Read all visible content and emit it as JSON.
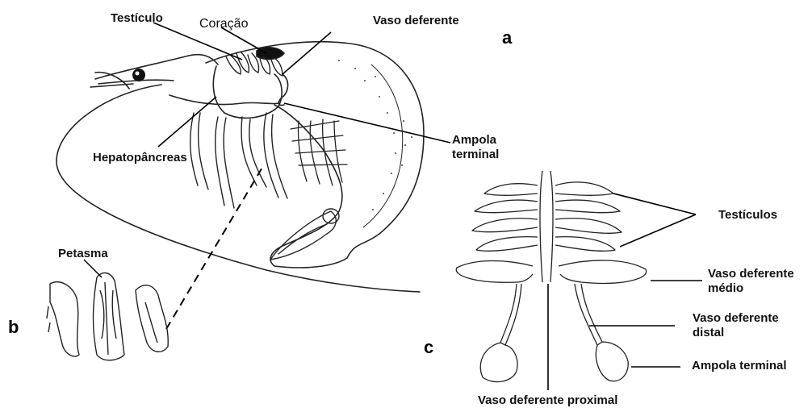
{
  "panels": {
    "a": "a",
    "b": "b",
    "c": "c"
  },
  "labels": {
    "testiculo": "Testículo",
    "coracao": "Coração",
    "vaso_deferente": "Vaso deferente",
    "hepatopancreas": "Hepatopâncreas",
    "ampola_terminal_line1": "Ampola",
    "ampola_terminal_line2": "terminal",
    "petasma": "Petasma",
    "testiculos": "Testículos",
    "vd_medio_line1": "Vaso deferente",
    "vd_medio_line2": "médio",
    "vd_distal_line1": "Vaso deferente",
    "vd_distal_line2": "distal",
    "ampola_terminal_c": "Ampola terminal",
    "vd_proximal": "Vaso deferente proximal"
  }
}
